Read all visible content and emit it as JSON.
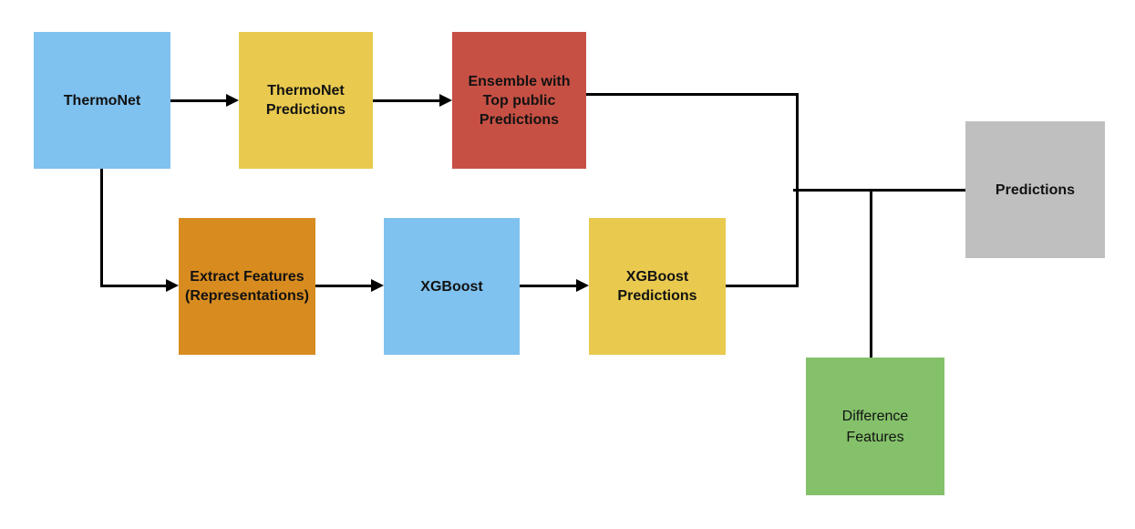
{
  "diagram": {
    "background_color": "#ffffff",
    "connector_color": "#000000",
    "text_color": "#121212",
    "nodes": [
      {
        "id": "thermonet",
        "label": "ThermoNet",
        "color": "#7fc1ef"
      },
      {
        "id": "thermonet-predictions",
        "label": "ThermoNet\nPredictions",
        "color": "#e9ca4f"
      },
      {
        "id": "ensemble-top-public",
        "label": "Ensemble with\nTop public\nPredictions",
        "color": "#c75044"
      },
      {
        "id": "extract-features",
        "label": "Extract Features\n(Representations)",
        "color": "#d88c20"
      },
      {
        "id": "xgboost",
        "label": "XGBoost",
        "color": "#7fc1ef"
      },
      {
        "id": "xgboost-predictions",
        "label": "XGBoost\nPredictions",
        "color": "#e9ca4f"
      },
      {
        "id": "difference-features",
        "label": "Difference\nFeatures",
        "color": "#84c16a"
      },
      {
        "id": "predictions",
        "label": "Predictions",
        "color": "#bfbfbf"
      }
    ],
    "edges": [
      {
        "from": "ThermoNet",
        "to": "ThermoNet Predictions",
        "arrow": true
      },
      {
        "from": "ThermoNet Predictions",
        "to": "Ensemble with Top public Predictions",
        "arrow": true
      },
      {
        "from": "ThermoNet",
        "to": "Extract Features (Representations)",
        "arrow": true
      },
      {
        "from": "Extract Features (Representations)",
        "to": "XGBoost",
        "arrow": true
      },
      {
        "from": "XGBoost",
        "to": "XGBoost Predictions",
        "arrow": true
      },
      {
        "from": "Ensemble with Top public Predictions",
        "to": "Predictions",
        "arrow": false
      },
      {
        "from": "XGBoost Predictions",
        "to": "Predictions",
        "arrow": false
      },
      {
        "from": "Difference Features",
        "to": "Predictions",
        "arrow": false
      }
    ]
  }
}
